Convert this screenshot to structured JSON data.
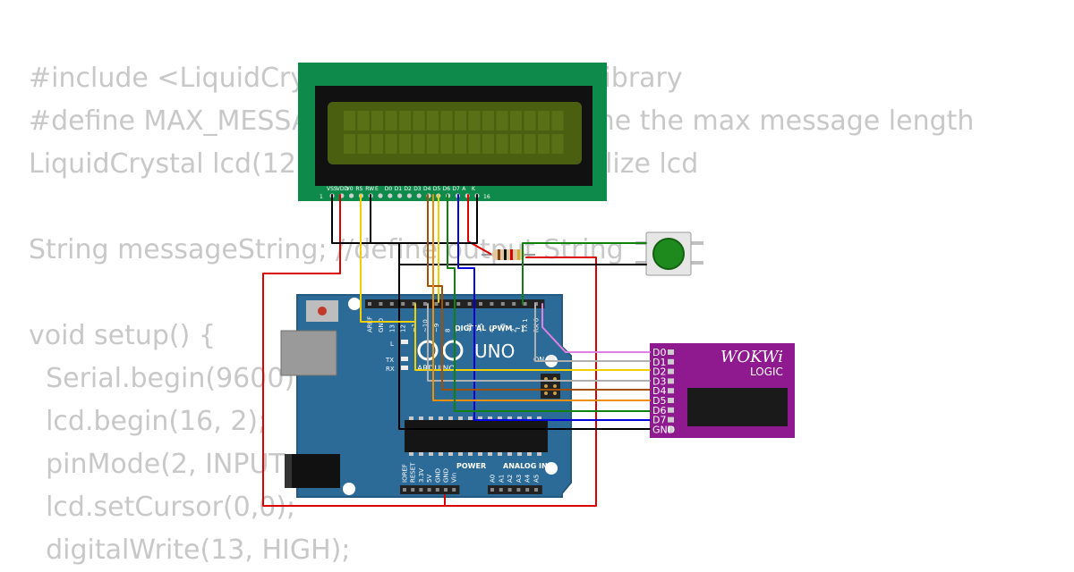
{
  "code_lines": [
    "#include <LiquidCrystal.h> // include the library",
    "#define MAX_MESSAGE_LENGTH 16 // define the max message length",
    "LiquidCrystal lcd(12, 11, 5, 4, 3, 2); // initialize lcd",
    "",
    "String messageString; //define output String",
    "",
    "void setup() {",
    "  Serial.begin(9600);",
    "  lcd.begin(16, 2);",
    "  pinMode(2, INPUT_PULLUP);",
    "  lcd.setCursor(0,0);",
    "  digitalWrite(13, HIGH);"
  ],
  "lcd": {
    "pin_labels": [
      "VSS",
      "VDD",
      "V0",
      "RS",
      "RW",
      "E",
      "D0",
      "D1",
      "D2",
      "D3",
      "D4",
      "D5",
      "D6",
      "D7",
      "A",
      "K"
    ],
    "pin_first": "1",
    "pin_last": "16"
  },
  "arduino": {
    "model": "UNO",
    "brand": "ARDUINO",
    "digital_label": "DIGITAL (PWM ~)",
    "power_label": "POWER",
    "analog_label": "ANALOG IN",
    "on_label": "ON",
    "led_labels": [
      "L",
      "TX",
      "RX"
    ],
    "digital_pins": [
      "AREF",
      "GND",
      "13",
      "12",
      "~11",
      "~10",
      "~9",
      "8",
      "7",
      "~6",
      "~5",
      "4",
      "~3",
      "2",
      "TX 1",
      "RX 0"
    ],
    "power_pins": [
      "IOREF",
      "RESET",
      "3.3V",
      "5V",
      "GND",
      "GND",
      "Vin"
    ],
    "analog_pins": [
      "A0",
      "A1",
      "A2",
      "A3",
      "A4",
      "A5"
    ]
  },
  "logic_analyzer": {
    "brand": "WOKWi",
    "title": "LOGIC",
    "pins": [
      "D0",
      "D1",
      "D2",
      "D3",
      "D4",
      "D5",
      "D6",
      "D7",
      "GND"
    ]
  },
  "colors": {
    "code_text": "#c8c8c8",
    "lcd_board": "#0e8a4a",
    "lcd_screen": "#4b5f10",
    "arduino_board": "#2c6b98",
    "logic_board": "#8f1a8f",
    "button_cap": "#1e8a1e",
    "wire_red": "#dd0000",
    "wire_black": "#000000",
    "wire_yellow": "#f0d000",
    "wire_orange": "#f09000",
    "wire_brown": "#a05000",
    "wire_green": "#108010",
    "wire_blue": "#0000dd",
    "wire_pink": "#e080e0",
    "wire_gray": "#b0b0b0"
  }
}
